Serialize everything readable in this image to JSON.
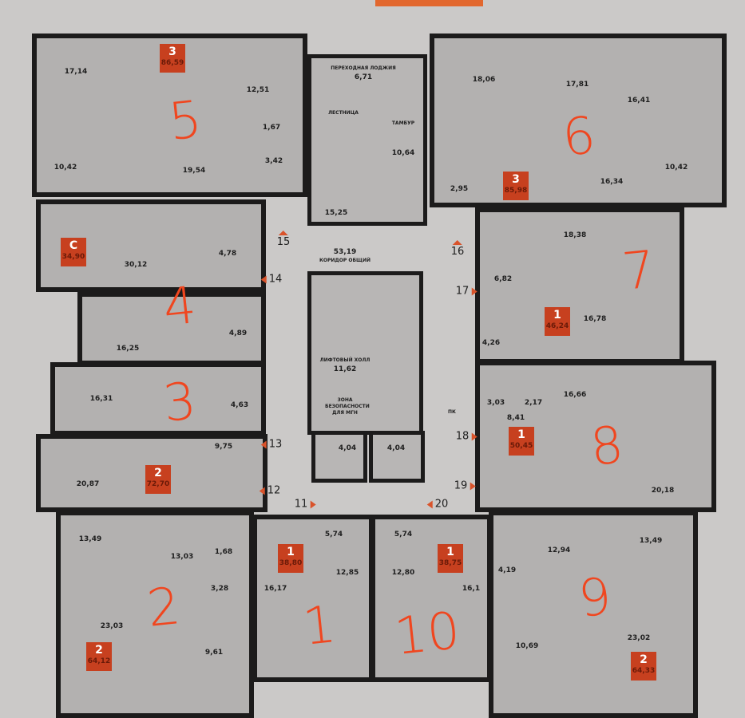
{
  "common": {
    "loggia_label": "ПЕРЕХОДНАЯ ЛОДЖИЯ",
    "loggia_area": "6,71",
    "stairs_label": "ЛЕСТНИЦА",
    "stairs_area": "15,25",
    "vestibule_label": "ТАМБУР",
    "vestibule_area": "10,64",
    "corridor_area": "53,19",
    "corridor_label": "КОРИДОР ОБЩИЙ",
    "lift_hall_label": "ЛИФТОВЫЙ ХОЛЛ",
    "lift_hall_area": "11,62",
    "safety_zone_label": "ЗОНА БЕЗОПАСНОСТИ ДЛЯ МГН",
    "pk_label": "ПК"
  },
  "entrances": [
    "11",
    "12",
    "13",
    "14",
    "15",
    "16",
    "17",
    "18",
    "19",
    "20"
  ],
  "apartments": {
    "a5": {
      "rooms": "3",
      "area": "86,59",
      "mark": "5",
      "r": [
        "17,14",
        "10,42",
        "19,54",
        "12,51",
        "1,67",
        "3,42"
      ]
    },
    "a6": {
      "rooms": "3",
      "area": "85,98",
      "mark": "6",
      "r": [
        "18,06",
        "17,81",
        "16,41",
        "10,42",
        "16,34",
        "2,95"
      ]
    },
    "a4": {
      "rooms": "С",
      "area": "34,90",
      "mark": "4",
      "r": [
        "30,12",
        "4,78"
      ]
    },
    "a3": {
      "mark": "3",
      "r": [
        "16,25",
        "4,89",
        "16,31",
        "4,63",
        "9,75"
      ]
    },
    "a72": {
      "rooms": "2",
      "area": "72,70",
      "r": [
        "20,87"
      ]
    },
    "a2": {
      "rooms": "2",
      "area": "64,12",
      "mark": "2",
      "r": [
        "13,49",
        "13,03",
        "1,68",
        "3,28",
        "23,03",
        "9,61"
      ]
    },
    "a1": {
      "rooms": "1",
      "area": "38,80",
      "mark": "1",
      "r": [
        "16,17",
        "12,85",
        "5,74",
        "4,04"
      ]
    },
    "a10": {
      "rooms": "1",
      "area": "38,75",
      "mark": "10",
      "r": [
        "12,80",
        "16,1",
        "5,74",
        "4,04"
      ]
    },
    "a9": {
      "rooms": "2",
      "area": "64,33",
      "mark": "9",
      "r": [
        "13,49",
        "12,94",
        "4,19",
        "10,69",
        "23,02"
      ]
    },
    "a7": {
      "rooms": "1",
      "area": "46,24",
      "mark": "7",
      "r": [
        "18,38",
        "6,82",
        "16,78",
        "4,26"
      ]
    },
    "a8": {
      "rooms": "1",
      "area": "50,45",
      "mark": "8",
      "r": [
        "16,66",
        "3,03",
        "2,17",
        "8,41",
        "20,18"
      ]
    }
  },
  "colors": {
    "badge": "#c7401f",
    "marker": "#f0461f",
    "wall": "#1c1b1b"
  }
}
